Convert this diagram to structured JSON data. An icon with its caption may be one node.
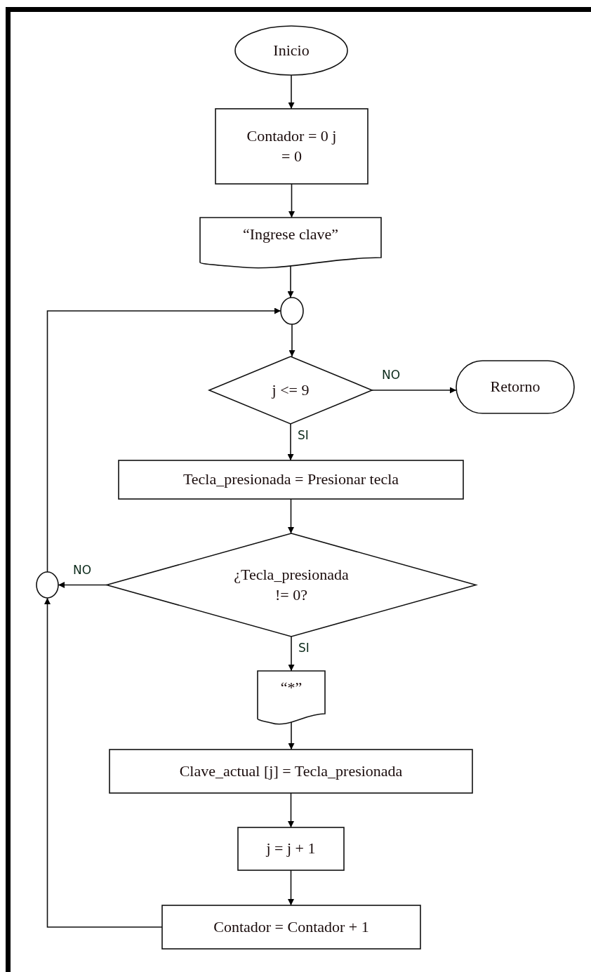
{
  "diagram": {
    "nodes": [
      {
        "text": [
          "Inicio"
        ]
      },
      {
        "text": [
          "Contador = 0 j = 0"
        ]
      },
      {
        "text": [
          "“Ingrese clave”"
        ]
      },
      {
        "text": [],
        "shape": "circle"
      },
      {
        "text": [
          "j <= 9"
        ]
      },
      {
        "text": [
          "Retorno"
        ]
      },
      {
        "text": [
          "Tecla_presionada = Presionar tecla"
        ]
      },
      {
        "text": [
          "¿Tecla_presionada != 0?"
        ]
      },
      {
        "text": [],
        "shape": "circle"
      },
      {
        "text": [
          "“*”"
        ]
      },
      {
        "text": [
          "Clave_actual [j] = Tecla_presionada"
        ]
      },
      {
        "text": [
          "j = j + 1"
        ]
      },
      {
        "text": [
          "Contador = Contador + 1"
        ]
      }
    ],
    "edges": [
      {
        "from": 0,
        "to": 1,
        "arrow": "to"
      },
      {
        "from": 1,
        "to": 2,
        "arrow": "to"
      },
      {
        "from": 2,
        "to": 3,
        "arrow": "to"
      },
      {
        "from": 3,
        "to": 4,
        "arrow": "to"
      },
      {
        "from": 4,
        "to": 5,
        "arrow": "to",
        "label": "NO"
      },
      {
        "from": 4,
        "to": 6,
        "arrow": "to",
        "label": "SI"
      },
      {
        "from": 6,
        "to": 7,
        "arrow": "to"
      },
      {
        "from": 7,
        "to": 8,
        "arrow": "to",
        "label": "NO"
      },
      {
        "from": 7,
        "to": 9,
        "arrow": "to",
        "label": "SI"
      },
      {
        "from": 9,
        "to": 10,
        "arrow": "to"
      },
      {
        "from": 10,
        "to": 11,
        "arrow": "to"
      },
      {
        "from": 11,
        "to": 12,
        "arrow": "to"
      },
      {
        "from": 12,
        "to": 8,
        "arrow": "to"
      },
      {
        "from": 8,
        "to": 3,
        "arrow": "to"
      }
    ]
  }
}
